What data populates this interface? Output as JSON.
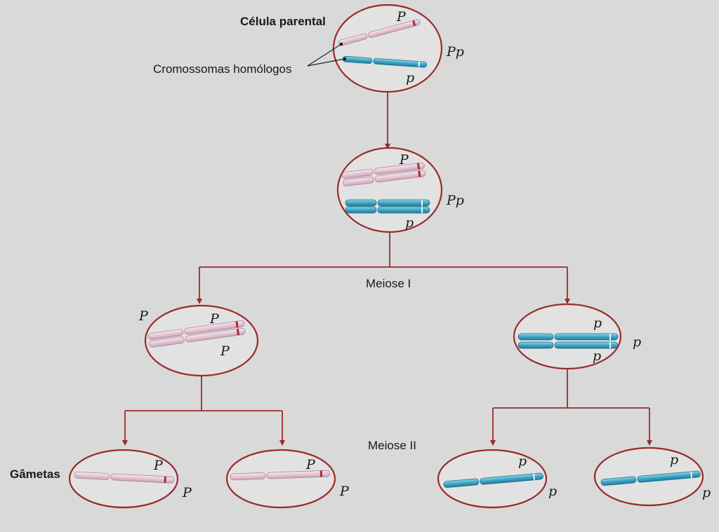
{
  "labels": {
    "parent_cell": "Célula parental",
    "homologous": "Cromossomas homólogos",
    "meiosis_1": "Meiose I",
    "meiosis_2": "Meiose II",
    "gametes": "Gâmetas"
  },
  "alleles": {
    "dominant": "P",
    "recessive": "p",
    "genotype_parent": "Pp",
    "genotype_replicated": "Pp"
  },
  "colors": {
    "background": "#d9d9d9",
    "cell_outline": "#9b2a2a",
    "chromosome_pink": "#e8c9d8",
    "chromosome_pink_stroke": "#a88898",
    "chromosome_blue": "#3fa6c6",
    "chromosome_blue_stroke": "#1f6f8a",
    "allele_band": "#b02a3a"
  }
}
